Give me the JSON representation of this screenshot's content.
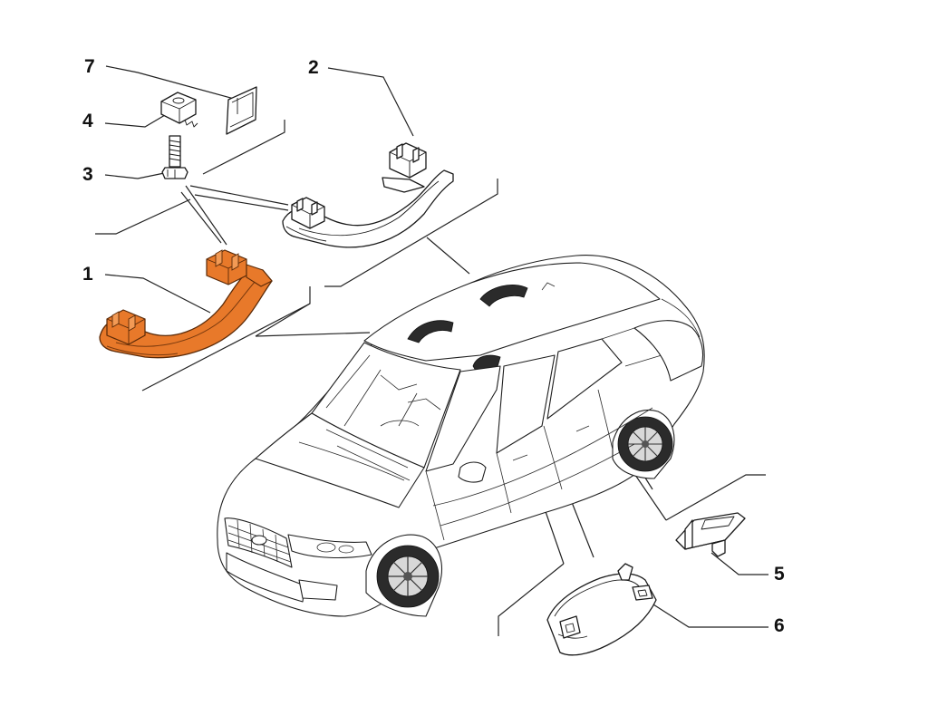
{
  "callouts": [
    {
      "id": "1",
      "label": "1"
    },
    {
      "id": "2",
      "label": "2"
    },
    {
      "id": "3",
      "label": "3"
    },
    {
      "id": "4",
      "label": "4"
    },
    {
      "id": "5",
      "label": "5"
    },
    {
      "id": "6",
      "label": "6"
    },
    {
      "id": "7",
      "label": "7"
    }
  ],
  "colors": {
    "highlight": "#e8792a",
    "highlight_stroke": "#7a3a0e",
    "roof_handles": "#111111",
    "line": "#222222"
  },
  "parts": [
    {
      "callout": "1",
      "name": "grab-handle-highlighted"
    },
    {
      "callout": "2",
      "name": "grab-handle"
    },
    {
      "callout": "3",
      "name": "screw"
    },
    {
      "callout": "4",
      "name": "nut-clip"
    },
    {
      "callout": "5",
      "name": "clip"
    },
    {
      "callout": "6",
      "name": "dome-lamp-cover"
    },
    {
      "callout": "7",
      "name": "cover-cap"
    }
  ]
}
